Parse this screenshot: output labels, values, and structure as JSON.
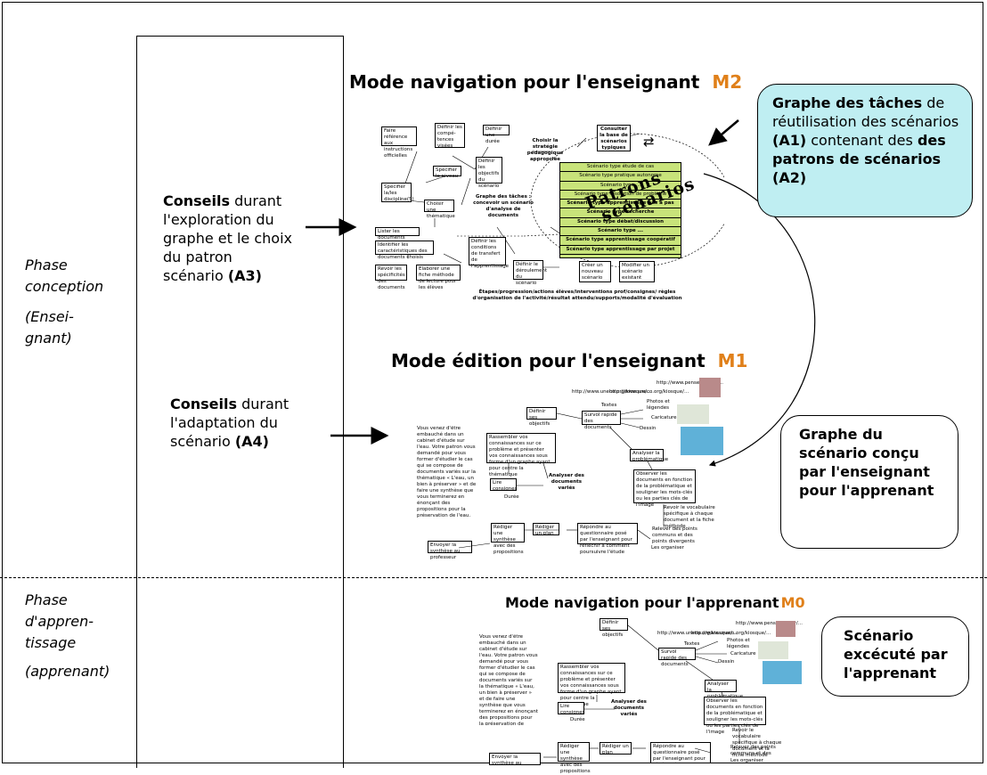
{
  "phases": {
    "conception": [
      "Phase",
      "conception",
      "(Ensei-",
      "gnant)"
    ],
    "apprentissage": [
      "Phase",
      "d'appren-",
      "tissage",
      "(apprenant)"
    ]
  },
  "advice": {
    "a3": {
      "bold": "Conseils",
      "text": " durant l'exploration du graphe et le choix du patron scénario ",
      "code": "(A3)"
    },
    "a4": {
      "bold": "Conseils",
      "text": " durant l'adaptation du scénario ",
      "code": "(A4)"
    }
  },
  "modes": {
    "m2": {
      "label": "Mode navigation pour l'enseignant",
      "code": "M2"
    },
    "m1": {
      "label": "Mode édition pour l'enseignant",
      "code": "M1"
    },
    "m0": {
      "label": "Mode navigation pour l'apprenant",
      "code": "M0"
    }
  },
  "callouts": {
    "graphe_taches": {
      "p1_bold": "Graphe des tâches",
      "p1": " de réutilisation des scénarios ",
      "a1": "(A1)",
      "p2": " contenant des ",
      "p2_bold": "des patrons de scénarios",
      "a2": "(A2)"
    },
    "graphe_scenario": "Graphe du scénario conçu par l'enseignant pour l'apprenant",
    "scenario_execute": "Scénario excécuté par l'apprenant"
  },
  "task_graph": {
    "title": "Graphe des tâches : concevoir un scénario d'analyse de documents",
    "watermark": [
      "Patrons",
      "scénarios"
    ],
    "nodes": [
      "Faire référence aux instructions officielles",
      "Définir les compé-tences visées",
      "Définir une durée",
      "Choisir la stratégie pédagogique appropriée",
      "Consulter la base de scénarios typiques",
      "Spécifier le niveau",
      "Définir les objectifs du scénario",
      "Spécifier la/les discipline(S)",
      "Choisir une thématique",
      "Lister les documents associés",
      "Identifier les caractéristiques des documents choisis",
      "Revoir les spécificités des documents",
      "Elaborer une fiche méthode de lecture pour les élèves",
      "Définir les conditions de transfert de l'apprentissage",
      "Définir le déroulement du scénario",
      "Créer un nouveau scénario",
      "Modifier un scénario existant"
    ],
    "patterns": [
      "Scénario type étude de cas",
      "Scénario type pratique autonome",
      "Scénario type ...",
      "Scénario type résolution de problème",
      "Scénario type apprentissage pas à pas",
      "Scénario type recherche",
      "Scénario type débat/discussion",
      "Scénario type ...",
      "Scénario type apprentissage coopératif",
      "Scénario type apprentissage par projet"
    ],
    "footer": "Étapes/progression/actions élèves/interventions prof/consignes/ règles d'organisation de l'activité/résultat attendu/supports/modalité d'évaluation"
  },
  "scenario_graph": {
    "intro": "Vous venez d'être embauché dans un cabinet d'étude sur l'eau. Votre patron vous demandé pour vous former d'étudier le cas qui se compose de documents variés sur la thématique « L'eau, un bien à préserver » et de faire une synthèse que vous terminerez en énonçant des propositions pour la préservation de l'eau.",
    "nodes": [
      "Définir ses objectifs",
      "Survol rapide des documents",
      "Textes",
      "Photos et légendes",
      "Caricature",
      "Dessin",
      "Rassembler vos connaissances sur ce problème et présenter vos connaissances sous forme d'un graphe ayant pour centre la thématique",
      "Analyser la problématique",
      "Lire consignes",
      "Durée",
      "Analyser des documents variés",
      "Observer les documents en fonction de la problématique et souligner les mots-clés ou les parties clés de l'image",
      "Revoir le vocabulaire spécifique à chaque document et la fiche méthode",
      "Relever des points communs et des points divergents",
      "Les organiser",
      "Rédiger une synthèse avec des propositions",
      "Rédiger un plan",
      "Répondre au questionnaire posé par l'enseignant pour réfléchir à comment poursuivre l'étude",
      "Envoyer la synthèse au professeur"
    ],
    "urls": [
      "http://www.uneco.org/kiosque/...",
      "http://www.uneco.org/kiosque/...",
      "http://www.pensemble.fr/..."
    ]
  }
}
